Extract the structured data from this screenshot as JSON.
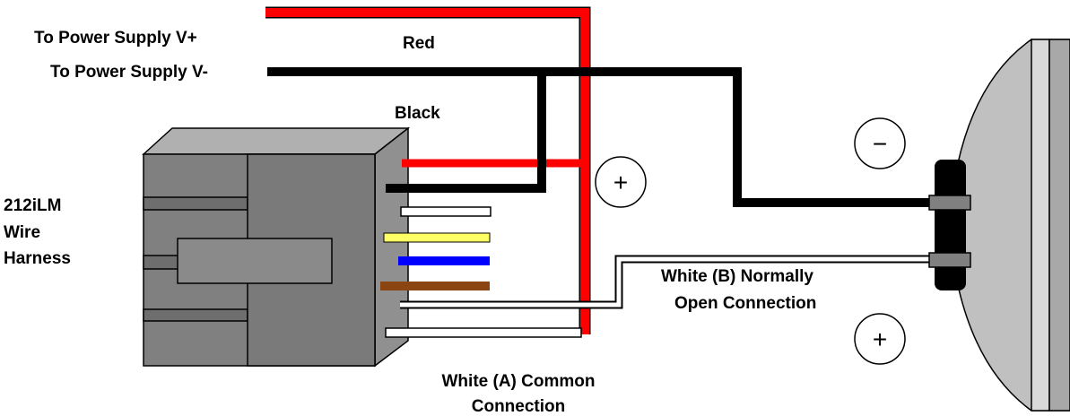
{
  "labels": {
    "supply_pos": "To Power Supply V+",
    "supply_neg": "To Power Supply V-",
    "red": "Red",
    "black": "Black",
    "harness_line1": "212iLM",
    "harness_line2": "Wire",
    "harness_line3": "Harness",
    "white_b_line1": "White (B) Normally",
    "white_b_line2": "Open Connection",
    "white_a_line1": "White (A) Common",
    "white_a_line2": "Connection"
  },
  "polarity": {
    "plus_harness": "+",
    "minus_device": "−",
    "plus_device": "+"
  },
  "colors": {
    "red_wire": "#ff0000",
    "black_wire": "#000000",
    "white_wire": "#ffffff",
    "yellow_wire": "#ffff66",
    "blue_wire": "#0000ff",
    "brown_wire": "#8b4513",
    "connector_gray": "#808080",
    "device_gray": "#c0c0c0"
  }
}
